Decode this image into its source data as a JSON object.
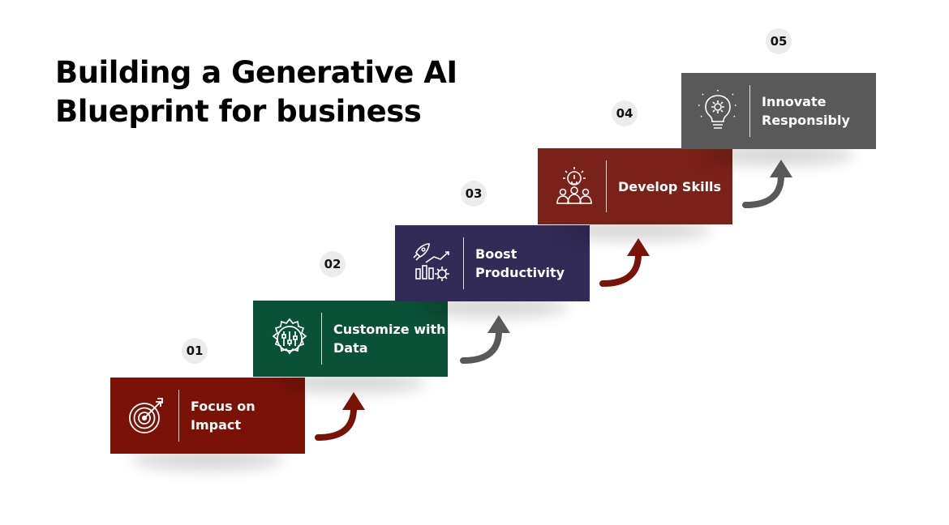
{
  "title": {
    "line1": "Building a Generative AI",
    "line2": "Blueprint for business"
  },
  "steps": [
    {
      "number": "01",
      "label_line1": "Focus on Impact",
      "label_line2": "",
      "color": "#7b1208",
      "icon": "target-icon"
    },
    {
      "number": "02",
      "label_line1": "Customize with",
      "label_line2": "Data",
      "color": "#0b5138",
      "icon": "settings-sliders-icon"
    },
    {
      "number": "03",
      "label_line1": "Boost",
      "label_line2": "Productivity",
      "color": "#322a57",
      "icon": "rocket-growth-icon"
    },
    {
      "number": "04",
      "label_line1": "Develop Skills",
      "label_line2": "",
      "color": "#7a2119",
      "icon": "team-idea-icon"
    },
    {
      "number": "05",
      "label_line1": "Innovate",
      "label_line2": "Responsibly",
      "color": "#595959",
      "icon": "lightbulb-gear-icon"
    }
  ],
  "arrow_colors": [
    "#7b1208",
    "#595959",
    "#7b1208",
    "#595959"
  ]
}
